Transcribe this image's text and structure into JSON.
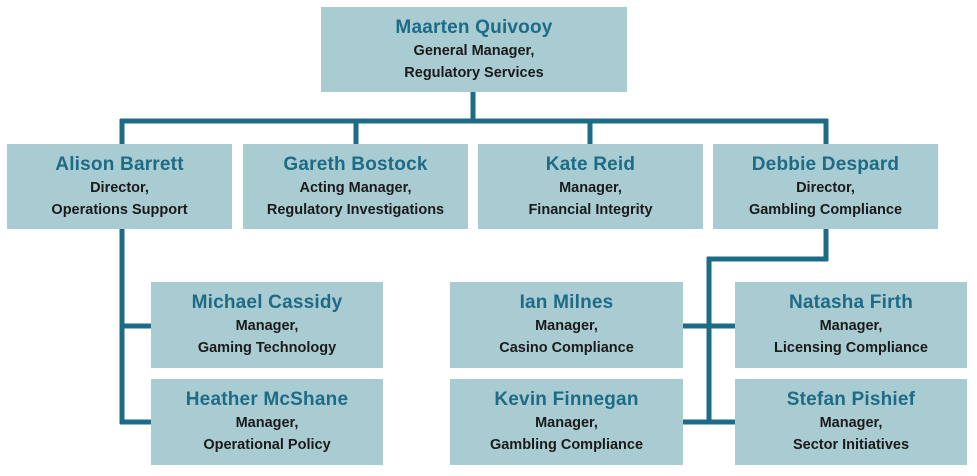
{
  "org": {
    "root": {
      "name": "Maarten Quivooy",
      "role": "General Manager,",
      "dept": "Regulatory Services"
    },
    "level1": [
      {
        "name": "Alison Barrett",
        "role": "Director,",
        "dept": "Operations Support"
      },
      {
        "name": "Gareth Bostock",
        "role": "Acting Manager,",
        "dept": "Regulatory Investigations"
      },
      {
        "name": "Kate Reid",
        "role": "Manager,",
        "dept": "Financial Integrity"
      },
      {
        "name": "Debbie Despard",
        "role": "Director,",
        "dept": "Gambling Compliance"
      }
    ],
    "ops_reports": [
      {
        "name": "Michael Cassidy",
        "role": "Manager,",
        "dept": "Gaming Technology"
      },
      {
        "name": "Heather McShane",
        "role": "Manager,",
        "dept": "Operational Policy"
      }
    ],
    "gambling_reports": [
      {
        "name": "Ian Milnes",
        "role": "Manager,",
        "dept": "Casino Compliance"
      },
      {
        "name": "Natasha Firth",
        "role": "Manager,",
        "dept": "Licensing Compliance"
      },
      {
        "name": "Kevin Finnegan",
        "role": "Manager,",
        "dept": "Gambling Compliance"
      },
      {
        "name": "Stefan Pishief",
        "role": "Manager,",
        "dept": "Sector Initiatives"
      }
    ]
  },
  "colors": {
    "box_fill": "#a9ccd3",
    "connector": "#1d6b85",
    "name_text": "#1d6b85",
    "body_text": "#1a1a1a"
  }
}
